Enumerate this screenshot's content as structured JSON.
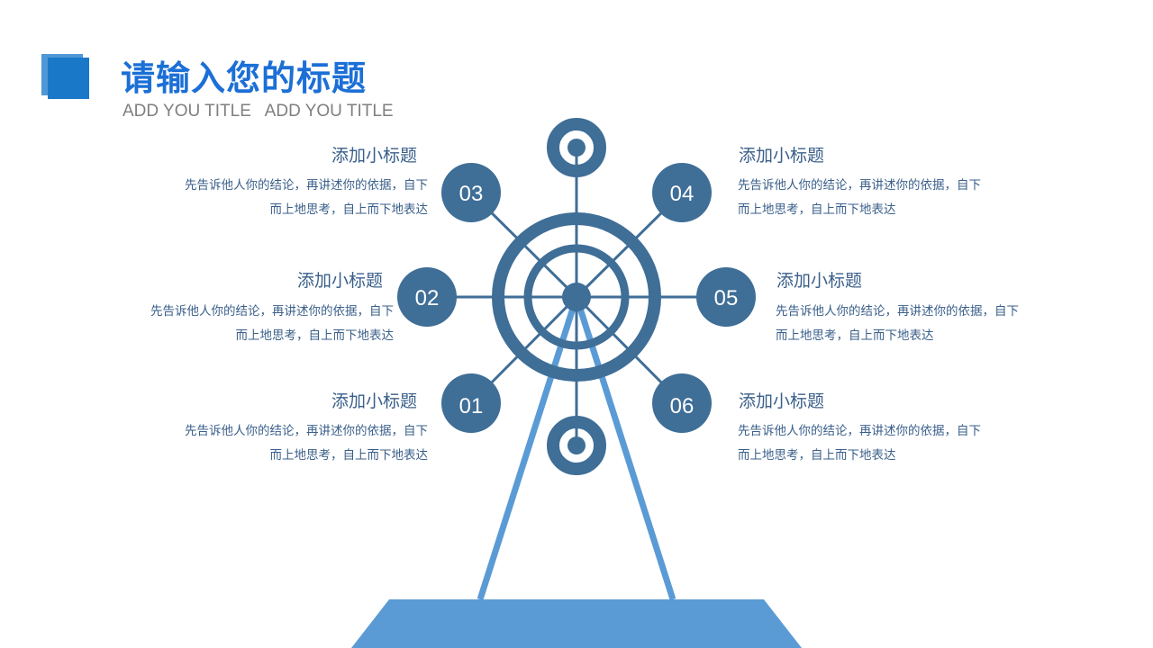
{
  "header": {
    "title": "请输入您的标题",
    "subtitle": "ADD YOU TITLE   ADD YOU TITLE"
  },
  "items": [
    {
      "num": "01",
      "heading": "添加小标题",
      "line1": "先告诉他人你的结论，再讲述你的依据，自下",
      "line2": "而上地思考，自上而下地表达"
    },
    {
      "num": "02",
      "heading": "添加小标题",
      "line1": "先告诉他人你的结论，再讲述你的依据，自下",
      "line2": "而上地思考，自上而下地表达"
    },
    {
      "num": "03",
      "heading": "添加小标题",
      "line1": "先告诉他人你的结论，再讲述你的依据，自下",
      "line2": "而上地思考，自上而下地表达"
    },
    {
      "num": "04",
      "heading": "添加小标题",
      "line1": "先告诉他人你的结论，再讲述你的依据，自下",
      "line2": "而上地思考，自上而下地表达"
    },
    {
      "num": "05",
      "heading": "添加小标题",
      "line1": "先告诉他人你的结论，再讲述你的依据，自下",
      "line2": "而上地思考，自上而下地表达"
    },
    {
      "num": "06",
      "heading": "添加小标题",
      "line1": "先告诉他人你的结论，再讲述你的依据，自下",
      "line2": "而上地思考，自上而下地表达"
    }
  ],
  "colors": {
    "node": "#3f6e97",
    "stand": "#5b9bd5",
    "title": "#1b6fd6",
    "text": "#3a5f8a"
  }
}
